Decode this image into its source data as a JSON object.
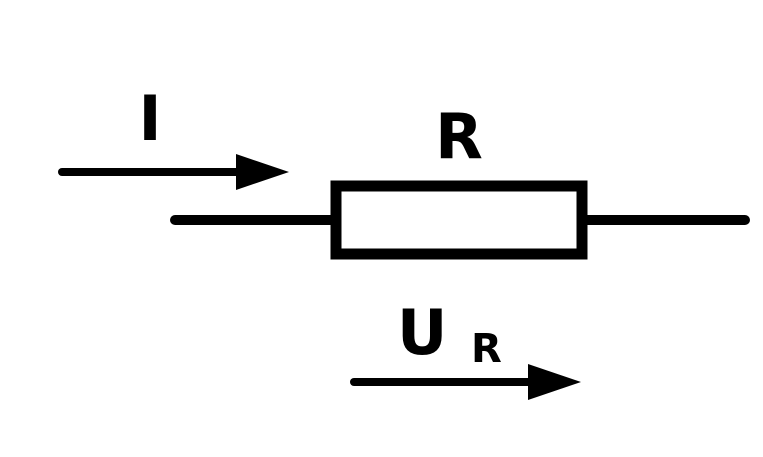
{
  "labels": {
    "current": "I",
    "resistor": "R",
    "voltage_main": "U",
    "voltage_subscript": "R"
  },
  "colors": {
    "stroke": "#000000",
    "background": "#ffffff"
  }
}
